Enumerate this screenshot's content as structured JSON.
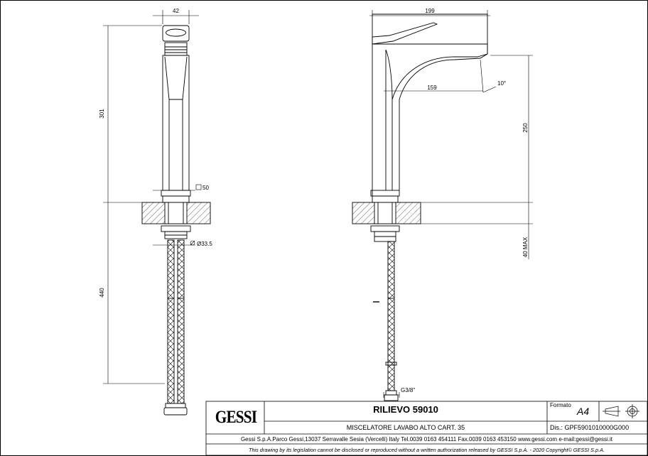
{
  "dimensions": {
    "width_top": "42",
    "height_total": "301",
    "square_base": "50",
    "diameter": "Ø33.5",
    "hose_length": "440",
    "width_side": "199",
    "spout_reach": "159",
    "spout_angle": "10°",
    "spout_height": "250",
    "max_thickness": "40 MAX",
    "thread": "G3/8\""
  },
  "title_block": {
    "logo": "GESSI",
    "product_name": "RILIEVO 59010",
    "product_description": "MISCELATORE LAVABO ALTO CART. 35",
    "format_label": "Formato",
    "format_value": "A4",
    "drawing_number": "Dis.: GPF5901010000G000",
    "company_info": "Gessi S.p.A.Parco Gessi,13037 Serravalle Sesia (Vercelli) Italy Tel.0039 0163 454111 Fax.0039 0163 453150 www.gessi.com e-mail:gessi@gessi.it",
    "disclaimer": "This drawing by its legislation cannot be disclosed or reproduced without a written authorization released by GESSI S.p.A. - 2020 Copyright© GESSI S.p.A."
  }
}
